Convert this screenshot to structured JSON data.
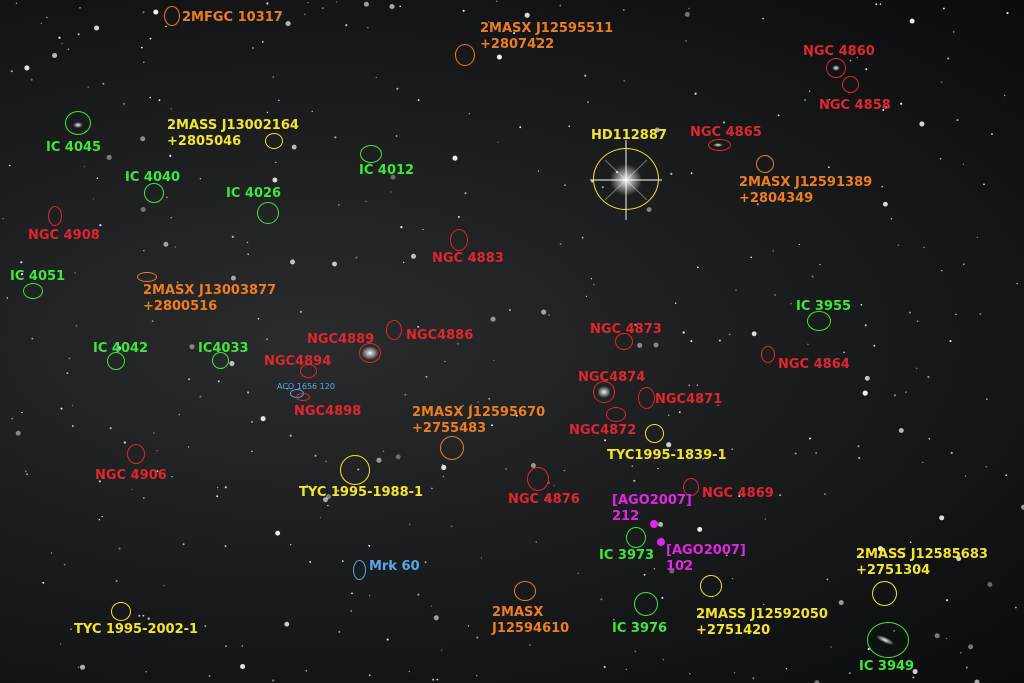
{
  "colors": {
    "red": "#e0262f",
    "orange": "#ee7d1e",
    "yellow": "#f3e52b",
    "green": "#3fe63b",
    "magenta": "#e027e6",
    "blue": "#5aa6ea"
  },
  "labels": {
    "l1": "2MFGC 10317",
    "l2": "2MASX J12595511\n+2807422",
    "l3": "NGC 4860",
    "l4": "NGC 4858",
    "l5": "IC 4045",
    "l6": "2MASS J13002164\n+2805046",
    "l7": "IC 4012",
    "l8": "HD112887",
    "l9": "NGC 4865",
    "l10": "IC 4040",
    "l11": "IC 4026",
    "l12": "2MASX J12591389\n+2804349",
    "l13": "NGC 4908",
    "l14": "NGC 4883",
    "l15": "IC 4051",
    "l16": "2MASX J13003877\n+2800516",
    "l17": "IC 3955",
    "l18": "NGC4889",
    "l19": "NGC4886",
    "l20": "NGC 4873",
    "l21": "IC 4042",
    "l22": "IC4033",
    "l23": "NGC4894",
    "l24": "NGC 4864",
    "l25": "ACO 1656 120",
    "l26": "NGC4874",
    "l27": "NGC4898",
    "l28": "NGC4871",
    "l29": "2MASX J12595670\n+2755483",
    "l30": "NGC4872",
    "l31": "TYC1995-1839-1",
    "l32": "NGC 4906",
    "l33": "TYC 1995-1988-1",
    "l34": "NGC 4876",
    "l35": "NGC 4869",
    "l36": "[AGO2007]\n212",
    "l37": "[AGO2007]\n102",
    "l38": "IC 3973",
    "l39": "2MASS J12585683\n+2751304",
    "l40": "Mrk 60",
    "l41": "2MASX\nJ12594610",
    "l42": "2MASS J12592050\n+2751420",
    "l43": "TYC 1995-2002-1",
    "l44": "IC 3976",
    "l45": "IC 3949"
  }
}
